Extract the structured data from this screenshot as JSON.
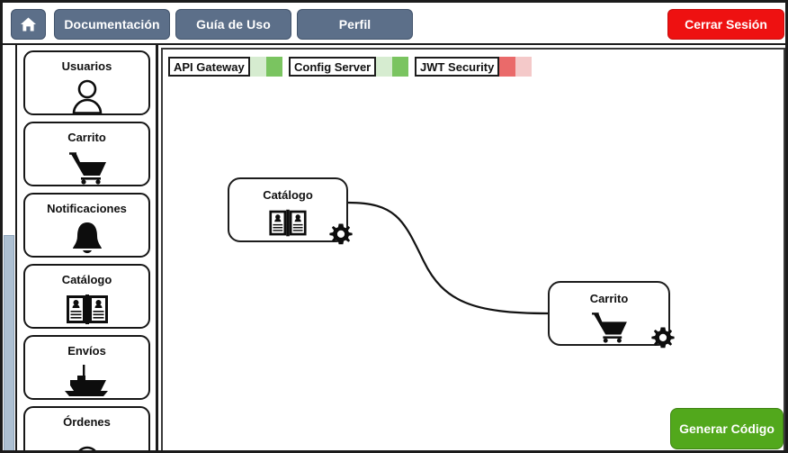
{
  "topbar": {
    "home_icon": "home-icon",
    "buttons": [
      {
        "label": "Documentación",
        "name": "documentacion"
      },
      {
        "label": "Guía de Uso",
        "name": "guia-de-uso"
      },
      {
        "label": "Perfil",
        "name": "perfil"
      }
    ],
    "logout_label": "Cerrar Sesión",
    "logout_color": "#ee1111",
    "button_color": "#5c6f89"
  },
  "sidebar": {
    "items": [
      {
        "label": "Usuarios",
        "icon": "user-icon"
      },
      {
        "label": "Carrito",
        "icon": "shopping-cart-icon"
      },
      {
        "label": "Notificaciones",
        "icon": "bell-icon"
      },
      {
        "label": "Catálogo",
        "icon": "open-book-icon"
      },
      {
        "label": "Envíos",
        "icon": "ship-icon"
      },
      {
        "label": "Órdenes",
        "icon": "order-icon"
      }
    ],
    "scrollbar_color": "#adc0d2"
  },
  "canvas": {
    "tags": [
      {
        "label": "API Gateway",
        "swatch_light": "#d6ecd0",
        "swatch_dark": "#7ac460"
      },
      {
        "label": "Config Server",
        "swatch_light": "#d6ecd0",
        "swatch_dark": "#7ac460"
      },
      {
        "label": "JWT Security",
        "swatch_light": "#ea6a6a",
        "swatch_dark": "#f4c9c9"
      }
    ],
    "nodes": [
      {
        "label": "Catálogo",
        "icon": "open-book-icon",
        "gear": "gear-icon"
      },
      {
        "label": "Carrito",
        "icon": "shopping-cart-icon",
        "gear": "gear-icon"
      }
    ],
    "generate_label": "Generar Código",
    "generate_color": "#52a81c"
  }
}
